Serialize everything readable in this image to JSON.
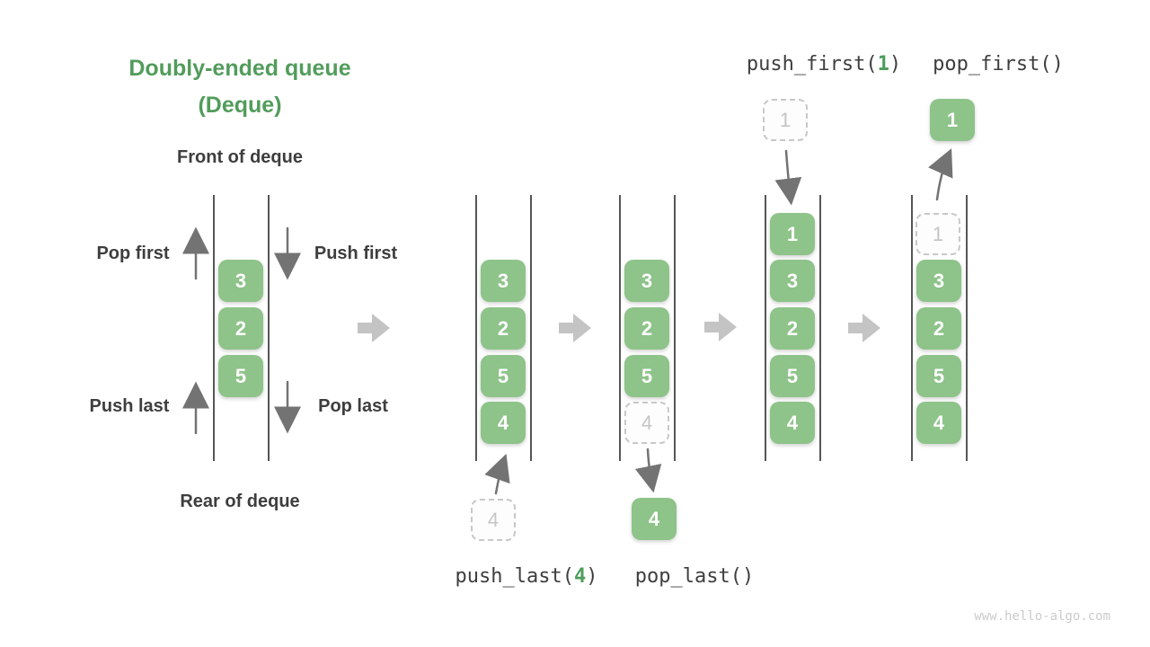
{
  "title": {
    "line1": "Doubly-ended queue",
    "line2": "(Deque)"
  },
  "left_diagram": {
    "front_label": "Front of deque",
    "rear_label": "Rear of deque",
    "pop_first_label": "Pop first",
    "push_first_label": "Push first",
    "push_last_label": "Push last",
    "pop_last_label": "Pop last",
    "cells": [
      "3",
      "2",
      "5"
    ]
  },
  "states": {
    "after_push_last": {
      "cells": [
        "3",
        "2",
        "5",
        "4"
      ],
      "incoming_value": "4"
    },
    "after_pop_last": {
      "cells": [
        "3",
        "2",
        "5"
      ],
      "ghost_value": "4",
      "popped_value": "4"
    },
    "after_push_first": {
      "cells": [
        "1",
        "3",
        "2",
        "5",
        "4"
      ],
      "incoming_value": "1"
    },
    "after_pop_first": {
      "ghost_value": "1",
      "cells": [
        "3",
        "2",
        "5",
        "4"
      ],
      "popped_value": "1"
    }
  },
  "ops": {
    "push_last": {
      "pre": "push_last(",
      "arg": "4",
      "post": ")"
    },
    "pop_last": {
      "text": "pop_last()"
    },
    "push_first": {
      "pre": "push_first(",
      "arg": "1",
      "post": ")"
    },
    "pop_first": {
      "text": "pop_first()"
    }
  },
  "watermark": "www.hello-algo.com",
  "colors": {
    "cell-green": "#8EC38A",
    "title-green": "#529C5C",
    "code-green": "#4E9D5B",
    "text-dark": "#3E3E3E",
    "ghost-border": "#C8C8C8",
    "ghost-text": "#C5C5C5",
    "ghost-bg": "#FDFDFD",
    "op-arrow": "#737373",
    "transition-arrow": "#C4C4C4",
    "wall": "#565656",
    "watermark": "#CBCBCB"
  }
}
